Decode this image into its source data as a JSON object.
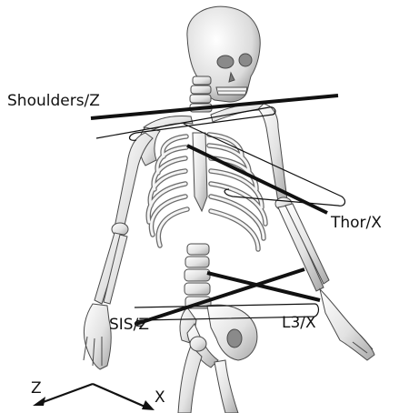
{
  "figure": {
    "bone_color": "#e6e6e6",
    "bone_shade": "#9a9a9a",
    "bone_outline": "#4a4a4a",
    "axis_color": "#111111",
    "labels": {
      "shoulders": "Shoulders/Z",
      "thorax": "Thor/X",
      "lumbar": "L3/X",
      "pelvis": "SIS/Z",
      "axis_z": "Z",
      "axis_x": "X"
    }
  }
}
